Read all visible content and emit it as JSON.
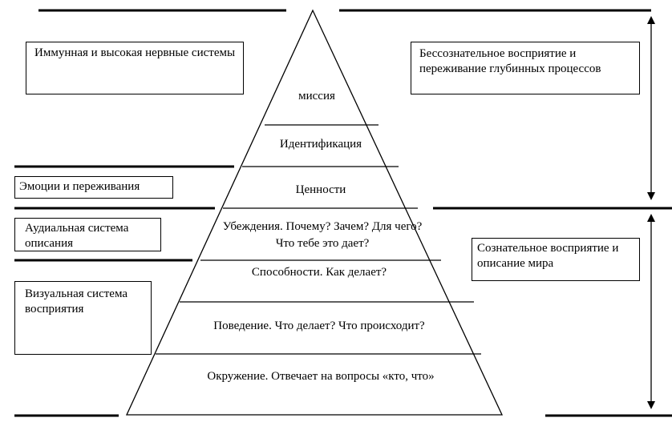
{
  "pyramid_levels": [
    {
      "id": "mission",
      "label": "миссия"
    },
    {
      "id": "identity",
      "label": "Идентификация"
    },
    {
      "id": "values",
      "label": "Ценности"
    },
    {
      "id": "beliefs",
      "label": "Убеждения. Почему? Зачем? Для чего? Что тебе это дает?"
    },
    {
      "id": "abilities",
      "label": "Способности. Как делает?"
    },
    {
      "id": "behavior",
      "label": "Поведение.  Что делает? Что происходит?"
    },
    {
      "id": "environment",
      "label": "Окружение. Отвечает на вопросы «кто, что»"
    }
  ],
  "left_boxes": {
    "immune": "Иммунная  и высокая нервные системы",
    "emotions": "Эмоции и переживания",
    "audial": "Аудиальная система описания",
    "visual": "Визуальная система восприятия"
  },
  "right_boxes": {
    "unconscious": "Бессознательное восприятие и переживание глубинных процессов",
    "conscious": "Сознательное восприятие и описание мира"
  }
}
